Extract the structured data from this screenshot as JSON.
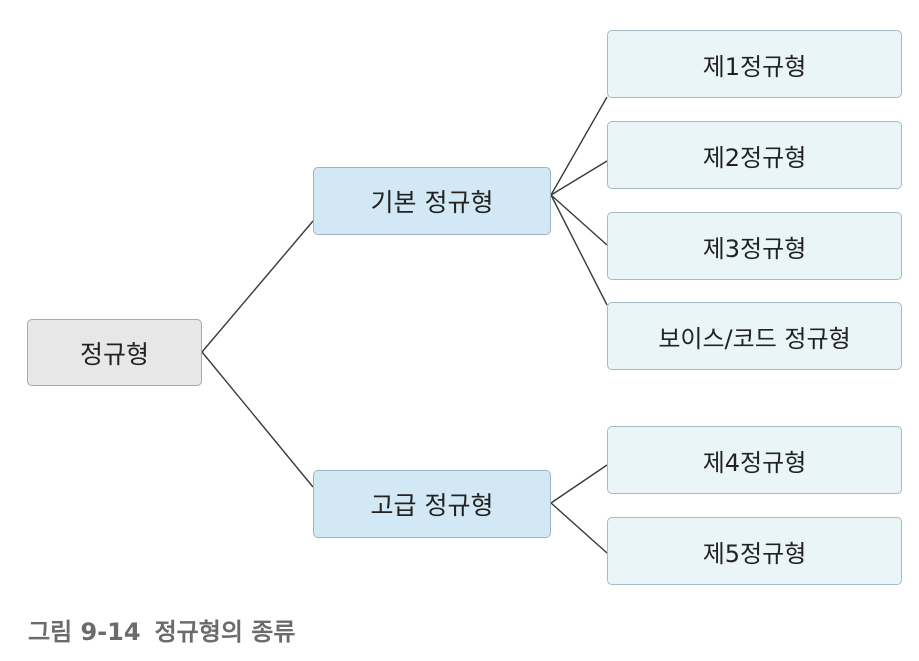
{
  "diagram": {
    "root": {
      "label": "정규형"
    },
    "basic": {
      "label": "기본 정규형",
      "children": [
        "제1정규형",
        "제2정규형",
        "제3정규형",
        "보이스/코드 정규형"
      ]
    },
    "advanced": {
      "label": "고급 정규형",
      "children": [
        "제4정규형",
        "제5정규형"
      ]
    }
  },
  "caption": {
    "number": "그림 9-14",
    "title": "정규형의 종류"
  },
  "colors": {
    "root_fill": "#e7e7e8",
    "mid_fill": "#d2e9f5",
    "leaf_fill": "#eaf5f8",
    "line": "#3a3a3a",
    "caption_text": "#6b6b6b"
  }
}
